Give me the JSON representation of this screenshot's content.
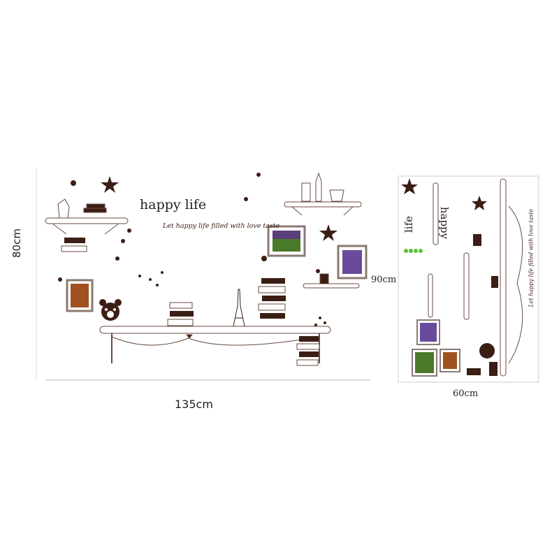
{
  "product_image": {
    "left_panel": {
      "title": "happy life",
      "subtitle": "Let happy life filled with love taste",
      "height_label": "80cm",
      "width_label": "135cm"
    },
    "right_panel": {
      "title_word1": "life",
      "title_word2": "happy",
      "subtitle": "Let happy life filled with love taste",
      "height_label": "90cm",
      "width_label": "60cm"
    },
    "colors": {
      "sticker_brown": "#3b1e14",
      "shelf_outline": "#6b4a40",
      "dimension_line": "#bbbbbb"
    }
  }
}
